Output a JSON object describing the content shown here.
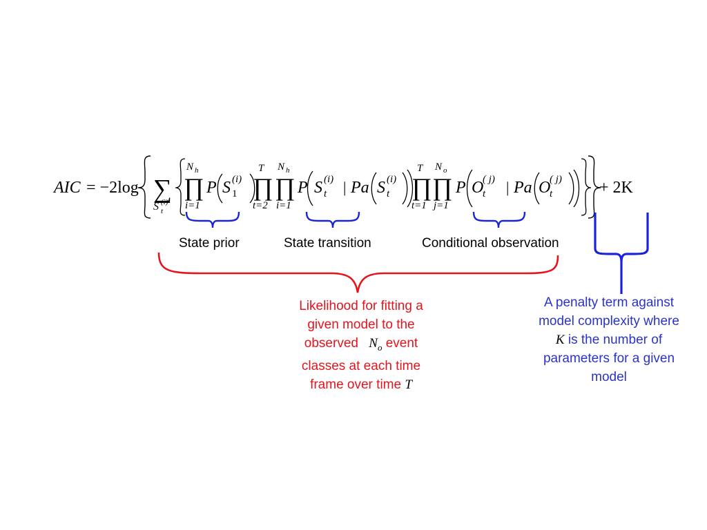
{
  "equation": {
    "aic": "AIC",
    "equals_neg2log": "= −2log",
    "sum_sub_s": "S",
    "sum_sub_t": "t",
    "sum_sub_i": "(i)",
    "prod1_upper_n": "N",
    "prod1_upper_h": "h",
    "prod1_lower": "i=1",
    "p": "P",
    "s1": "S",
    "s1_sub": "1",
    "s1_sup": "(i)",
    "prod2_upper": "T",
    "prod2_lower": "t=2",
    "prod3_upper_n": "N",
    "prod3_upper_h": "h",
    "prod3_lower": "i=1",
    "st": "S",
    "st_sub": "t",
    "st_sup": "(i)",
    "bar": "|",
    "pa": "Pa",
    "prod4_upper": "T",
    "prod4_lower": "t=1",
    "prod5_upper_n": "N",
    "prod5_upper_o": "o",
    "prod5_lower": "j=1",
    "ot": "O",
    "ot_sub": "t",
    "ot_sup": "( j)",
    "plus_2k": "+ 2K",
    "colors": {
      "bracket_blue": "#1a24d6",
      "bracket_red": "#e5141c"
    }
  },
  "labels": {
    "state_prior": "State prior",
    "state_transition": "State transition",
    "conditional_observation": "Conditional observation"
  },
  "likelihood_note": {
    "line1": "Likelihood for fitting a",
    "line2": "given model to the",
    "line3_pre": "observed",
    "line3_math_n": "N",
    "line3_math_o": "o",
    "line3_post": "event",
    "line4": "classes at each time",
    "line5_pre": "frame over time",
    "line5_math": "T"
  },
  "penalty_note": {
    "line1": "A penalty term against",
    "line2": "model complexity where",
    "line3_math": "K",
    "line3_post": "is the number of",
    "line4": "parameters for a given",
    "line5": "model"
  }
}
